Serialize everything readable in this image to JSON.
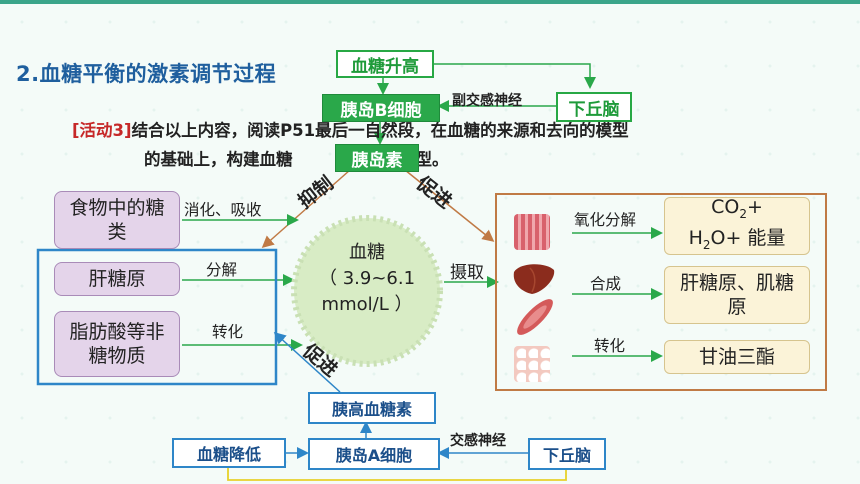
{
  "title": "2.血糖平衡的激素调节过程",
  "activity": {
    "tag": "[活动3]",
    "line1": "结合以上内容，阅读P51最后一自然段，在血糖的来源和去向的模型",
    "line2": "的基础上，构建血糖",
    "line2_tail": "的模型。"
  },
  "top_chain": {
    "high": "血糖升高",
    "b_cell": "胰岛B细胞",
    "nerve": "副交感神经",
    "hypothalamus": "下丘脑",
    "insulin": "胰岛素",
    "inhibit": "抑制",
    "promote": "促进"
  },
  "sources": {
    "food": "食物中的糖类",
    "digest": "消化、吸收",
    "glycogen": "肝糖原",
    "decompose": "分解",
    "fat": "脂肪酸等非糖物质",
    "convert": "转化"
  },
  "center": {
    "label": "血糖",
    "range": "（ 3.9~6.1",
    "unit": "mmol/L ）"
  },
  "uptake": "摄取",
  "destinations": {
    "oxidize": "氧化分解",
    "co2": "CO",
    "co2_sub": "2",
    "co2_plus": "+",
    "h2o": "H",
    "h2o_sub": "2",
    "h2o_rest": "O+ 能量",
    "synth": "合成",
    "glycogen_out": "肝糖原、肌糖原",
    "convert": "转化",
    "triglyceride": "甘油三酯"
  },
  "bottom_chain": {
    "glucagon": "胰高血糖素",
    "low": "血糖降低",
    "a_cell": "胰岛A细胞",
    "nerve": "交感神经",
    "hypothalamus": "下丘脑",
    "promote": "促进"
  },
  "colors": {
    "green": "#2aa84a",
    "blue": "#2e86c8",
    "orange": "#c07a45",
    "title_blue": "#1f5f9e"
  }
}
